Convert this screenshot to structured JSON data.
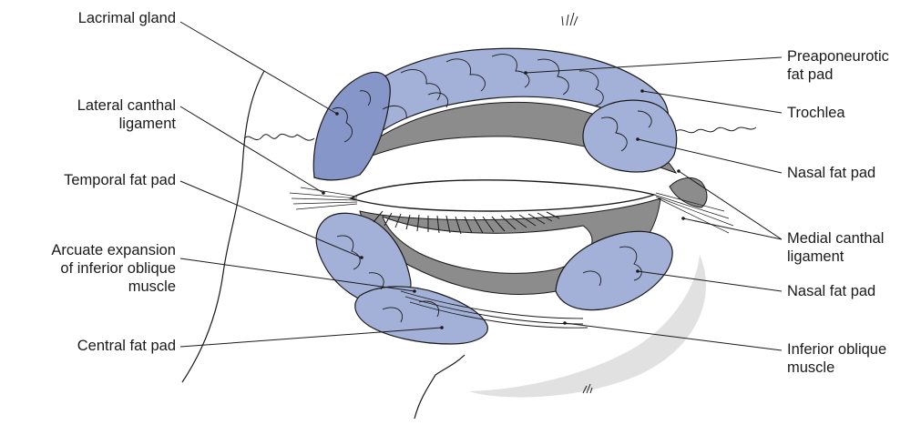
{
  "colors": {
    "fat": "#a3b1d8",
    "fat_dark": "#8796c8",
    "fat_outline": "#2a2a3a",
    "tendon_gray": "#8c8c8c",
    "shadow_gray": "#d8d8d8",
    "leader": "#1a1a1a"
  },
  "labels_left": [
    {
      "id": "lacrimal-gland",
      "lines": [
        "Lacrimal gland"
      ]
    },
    {
      "id": "lateral-canthal-ligament",
      "lines": [
        "Lateral canthal",
        "ligament"
      ]
    },
    {
      "id": "temporal-fat-pad",
      "lines": [
        "Temporal fat pad"
      ]
    },
    {
      "id": "arcuate-expansion",
      "lines": [
        "Arcuate expansion",
        "of inferior oblique",
        "muscle"
      ]
    },
    {
      "id": "central-fat-pad",
      "lines": [
        "Central fat pad"
      ]
    }
  ],
  "labels_right": [
    {
      "id": "preaponeurotic-fat-pad",
      "lines": [
        "Preaponeurotic",
        "fat pad"
      ]
    },
    {
      "id": "trochlea",
      "lines": [
        "Trochlea"
      ]
    },
    {
      "id": "nasal-fat-pad-upper",
      "lines": [
        "Nasal fat pad"
      ]
    },
    {
      "id": "medial-canthal-ligament",
      "lines": [
        "Medial canthal",
        "ligament"
      ]
    },
    {
      "id": "nasal-fat-pad-lower",
      "lines": [
        "Nasal fat pad"
      ]
    },
    {
      "id": "inferior-oblique-muscle",
      "lines": [
        "Inferior oblique",
        "muscle"
      ]
    }
  ]
}
